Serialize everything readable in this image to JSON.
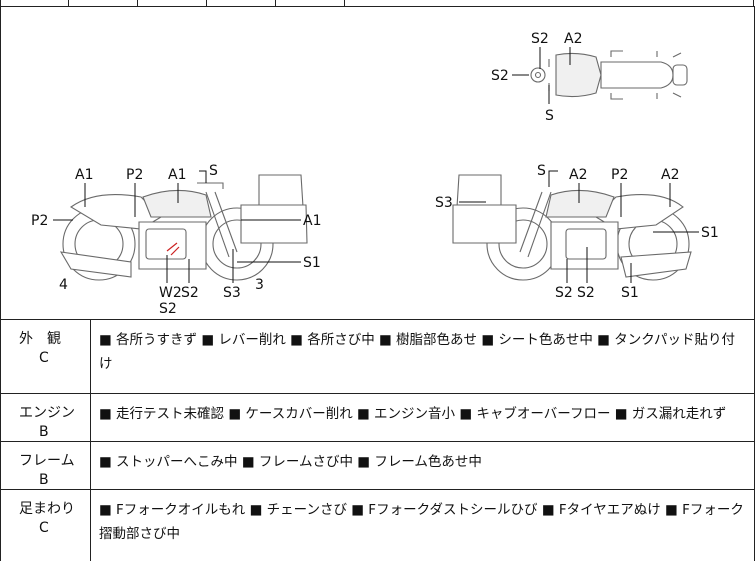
{
  "diagram": {
    "top_view": {
      "labels": [
        "S2",
        "A2",
        "S2",
        "S"
      ]
    },
    "left_view": {
      "labels": [
        "A1",
        "P2",
        "A1",
        "S",
        "P2",
        "A1",
        "S1",
        "W2",
        "S2",
        "S2",
        "S3",
        "3",
        "4"
      ]
    },
    "right_view": {
      "labels": [
        "S",
        "A2",
        "P2",
        "A2",
        "S3",
        "S1",
        "S2",
        "S2",
        "S1"
      ]
    }
  },
  "rows": [
    {
      "name": "外　観",
      "grade": "C",
      "text": "■ 各所うすきず ■ レバー削れ ■ 各所さび中 ■ 樹脂部色あせ ■ シート色あせ中 ■ タンクパッド貼り付け"
    },
    {
      "name": "エンジン",
      "grade": "B",
      "text": "■ 走行テスト未確認 ■ ケースカバー削れ ■ エンジン音小 ■ キャブオーバーフロー ■ ガス漏れ走れず"
    },
    {
      "name": "フレーム",
      "grade": "B",
      "text": "■ ストッパーへこみ中 ■ フレームさび中 ■ フレーム色あせ中"
    },
    {
      "name": "足まわり",
      "grade": "C",
      "text": "■ Fフォークオイルもれ ■ チェーンさび ■ Fフォークダストシールひび ■ Fタイヤエアぬけ ■ Fフォーク摺動部さび中"
    }
  ],
  "colors": {
    "border": "#222222",
    "bike_line": "#6a6a6a",
    "mark": "#cc2222"
  }
}
